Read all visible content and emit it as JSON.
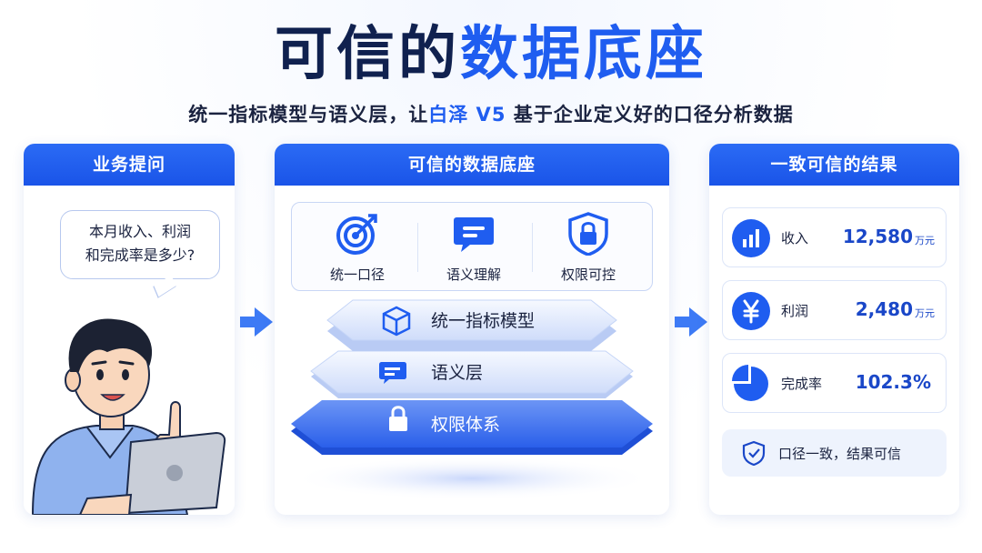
{
  "title": {
    "part1": "可信的",
    "part2": "数据底座"
  },
  "subtitle": {
    "pre": "统一指标模型与语义层，让",
    "highlight": "白泽 V5",
    "post": " 基于企业定义好的口径分析数据"
  },
  "left_panel": {
    "header": "业务提问",
    "bubble_line1": "本月收入、利润",
    "bubble_line2": "和完成率是多少?"
  },
  "middle_panel": {
    "header": "可信的数据底座",
    "features": [
      {
        "label": "统一口径",
        "icon": "target-icon"
      },
      {
        "label": "语义理解",
        "icon": "chat-icon"
      },
      {
        "label": "权限可控",
        "icon": "shield-lock-icon"
      }
    ],
    "layers": [
      {
        "label": "统一指标模型",
        "icon": "cube-icon"
      },
      {
        "label": "语义层",
        "icon": "message-icon"
      },
      {
        "label": "权限体系",
        "icon": "lock-icon"
      }
    ]
  },
  "right_panel": {
    "header": "一致可信的结果",
    "metrics": [
      {
        "name": "收入",
        "value": "12,580",
        "unit": "万元",
        "icon": "bar-chart-icon"
      },
      {
        "name": "利润",
        "value": "2,480",
        "unit": "万元",
        "icon": "yen-icon"
      },
      {
        "name": "完成率",
        "value": "102.3%",
        "unit": "",
        "icon": "pie-chart-icon"
      }
    ],
    "footer": "口径一致，结果可信"
  },
  "colors": {
    "primary": "#1f5df0",
    "dark": "#10214f",
    "light": "#eef3fd"
  }
}
